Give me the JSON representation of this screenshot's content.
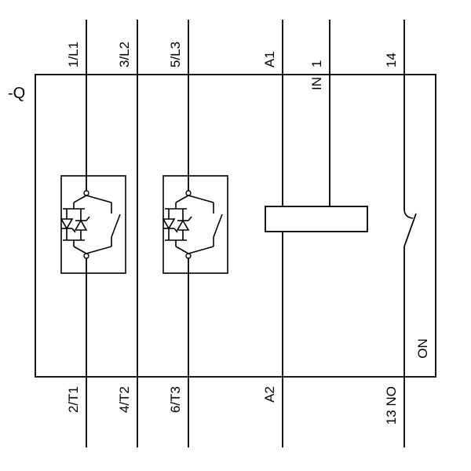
{
  "device": {
    "reference": "-Q"
  },
  "terminals": {
    "top": [
      {
        "label": "1/L1"
      },
      {
        "label": "3/L2"
      },
      {
        "label": "5/L3"
      },
      {
        "label": "A1"
      },
      {
        "label": "1"
      },
      {
        "label": "14"
      }
    ],
    "bottom": [
      {
        "label": "2/T1"
      },
      {
        "label": "4/T2"
      },
      {
        "label": "6/T3"
      },
      {
        "label": "A2"
      },
      {
        "label": "13 NO"
      }
    ]
  },
  "labels": {
    "input": "IN",
    "on": "ON"
  },
  "colors": {
    "line": "#000000",
    "background": "#ffffff"
  }
}
